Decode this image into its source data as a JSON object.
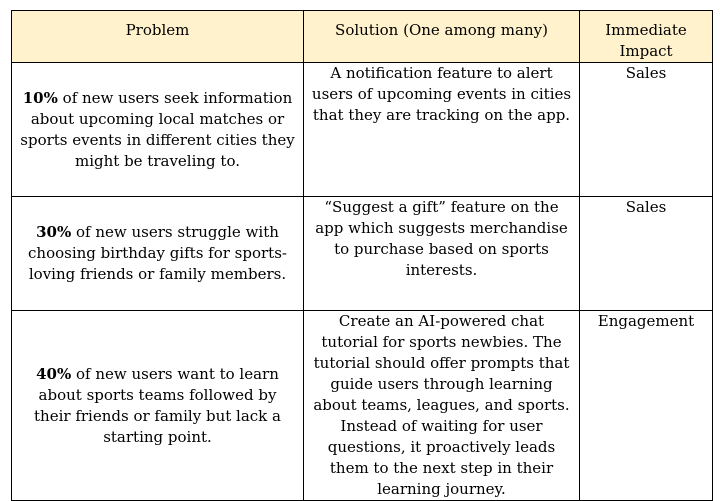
{
  "table": {
    "headers": [
      "Problem",
      "Solution (One among many)",
      "Immediate Impact"
    ],
    "rows": [
      {
        "problem_pct": "10%",
        "problem_text": " of new users seek information about upcoming local matches or sports events in different cities they might be traveling to.",
        "solution": "A notification feature to alert users of upcoming events in cities that they are tracking on the app.",
        "impact": "Sales"
      },
      {
        "problem_pct": "30%",
        "problem_text": " of new users struggle with choosing birthday gifts for sports-loving friends or family members.",
        "solution": "“Suggest a gift” feature on the app which suggests merchandise to purchase based on sports interests.",
        "impact": "Sales"
      },
      {
        "problem_pct": "40%",
        "problem_text": " of new users want to learn about sports teams followed by their friends or family but lack a starting point.",
        "solution": "Create an AI-powered chat tutorial for sports newbies. The tutorial should offer prompts that guide users through learning about teams, leagues, and sports. Instead of waiting for user questions, it proactively leads them to the next step in their learning journey.",
        "impact": "Engagement"
      }
    ]
  },
  "colors": {
    "header_background": "#fff2cc",
    "border": "#000000"
  }
}
